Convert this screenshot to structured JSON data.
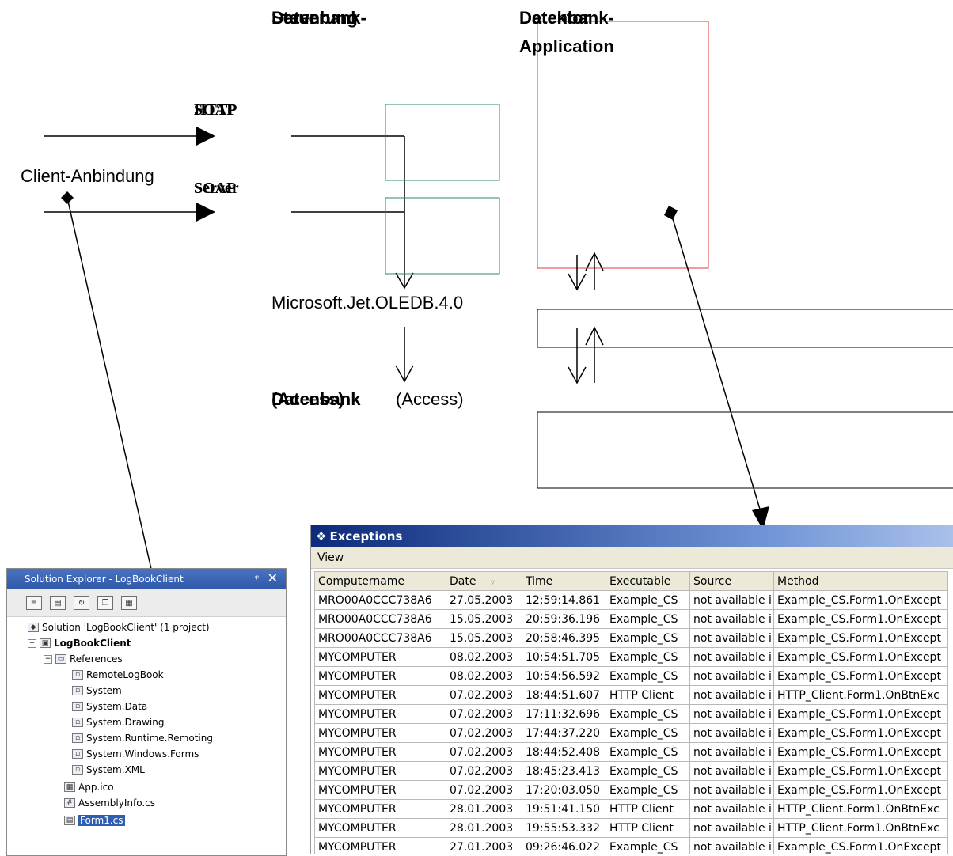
{
  "diagram": {
    "overlap_texts": {
      "top_left_a": "Datenbank-",
      "top_left_b": "Steuerung",
      "top_left_c": "Server",
      "top_right_a": "Datenbank-",
      "top_right_b": "Detektor",
      "app_line": "Application",
      "proto_a": "SOAP",
      "proto_b": "HTTP",
      "server_a": "SOAP",
      "server_b": "Server",
      "db_a": "Datenbank",
      "db_b": "(Access)"
    },
    "client_label": "Client-Anbindung",
    "oledb_label": "Microsoft.Jet.OLEDB.4.0",
    "db_access_label": "(Access)"
  },
  "solution_explorer": {
    "title": "Solution Explorer - LogBookClient",
    "pin": "ᵠ",
    "close": "✕",
    "tree": {
      "solution": "Solution 'LogBookClient' (1 project)",
      "project": "LogBookClient",
      "references": "References",
      "refs": [
        "RemoteLogBook",
        "System",
        "System.Data",
        "System.Drawing",
        "System.Runtime.Remoting",
        "System.Windows.Forms",
        "System.XML"
      ],
      "files": [
        "App.ico",
        "AssemblyInfo.cs",
        "Form1.cs"
      ]
    }
  },
  "exceptions": {
    "title": "Exceptions",
    "menu": "View",
    "columns": [
      "Computername",
      "Date",
      "Time",
      "Executable",
      "Source",
      "Method"
    ],
    "rows": [
      [
        "MRO00A0CCC738A6",
        "27.05.2003",
        "12:59:14.861",
        "Example_CS",
        "not available i",
        "Example_CS.Form1.OnExcept"
      ],
      [
        "MRO00A0CCC738A6",
        "15.05.2003",
        "20:59:36.196",
        "Example_CS",
        "not available i",
        "Example_CS.Form1.OnExcept"
      ],
      [
        "MRO00A0CCC738A6",
        "15.05.2003",
        "20:58:46.395",
        "Example_CS",
        "not available i",
        "Example_CS.Form1.OnExcept"
      ],
      [
        "MYCOMPUTER",
        "08.02.2003",
        "10:54:51.705",
        "Example_CS",
        "not available i",
        "Example_CS.Form1.OnExcept"
      ],
      [
        "MYCOMPUTER",
        "08.02.2003",
        "10:54:56.592",
        "Example_CS",
        "not available i",
        "Example_CS.Form1.OnExcept"
      ],
      [
        "MYCOMPUTER",
        "07.02.2003",
        "18:44:51.607",
        "HTTP Client",
        "not available i",
        "HTTP_Client.Form1.OnBtnExc"
      ],
      [
        "MYCOMPUTER",
        "07.02.2003",
        "17:11:32.696",
        "Example_CS",
        "not available i",
        "Example_CS.Form1.OnExcept"
      ],
      [
        "MYCOMPUTER",
        "07.02.2003",
        "17:44:37.220",
        "Example_CS",
        "not available i",
        "Example_CS.Form1.OnExcept"
      ],
      [
        "MYCOMPUTER",
        "07.02.2003",
        "18:44:52.408",
        "Example_CS",
        "not available i",
        "Example_CS.Form1.OnExcept"
      ],
      [
        "MYCOMPUTER",
        "07.02.2003",
        "18:45:23.413",
        "Example_CS",
        "not available i",
        "Example_CS.Form1.OnExcept"
      ],
      [
        "MYCOMPUTER",
        "07.02.2003",
        "17:20:03.050",
        "Example_CS",
        "not available i",
        "Example_CS.Form1.OnExcept"
      ],
      [
        "MYCOMPUTER",
        "28.01.2003",
        "19:51:41.150",
        "HTTP Client",
        "not available i",
        "HTTP_Client.Form1.OnBtnExc"
      ],
      [
        "MYCOMPUTER",
        "28.01.2003",
        "19:55:53.332",
        "HTTP Client",
        "not available i",
        "HTTP_Client.Form1.OnBtnExc"
      ],
      [
        "MYCOMPUTER",
        "27.01.2003",
        "09:26:46.022",
        "Example_CS",
        "not available i",
        "Example_CS.Form1.OnExcept"
      ]
    ]
  }
}
